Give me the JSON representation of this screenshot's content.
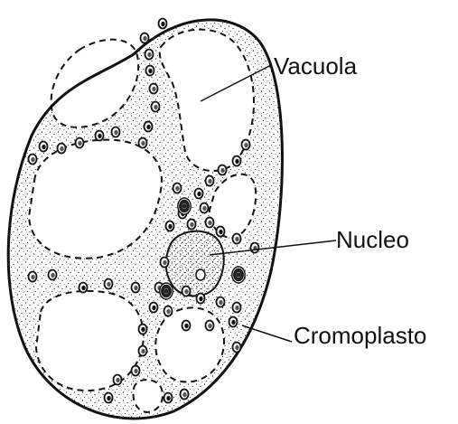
{
  "labels": {
    "vacuola": "Vacuola",
    "nucleo": "Nucleo",
    "cromoplasto": "Cromoplasto"
  },
  "colors": {
    "ink": "#111111",
    "background": "#ffffff"
  }
}
